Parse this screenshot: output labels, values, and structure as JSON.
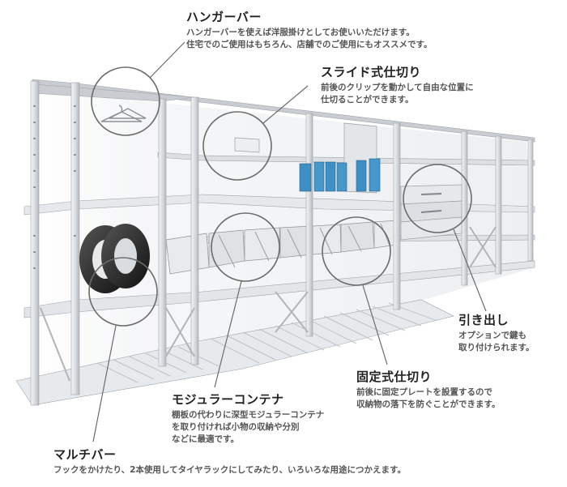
{
  "callouts": {
    "hanger": {
      "title": "ハンガーバー",
      "lines": [
        "ハンガーバーを使えば洋服掛けとしてお使いいただけます。",
        "住宅でのご使用はもちろん、店舗でのご使用にもオススメです。"
      ]
    },
    "slide": {
      "title": "スライド式仕切り",
      "lines": [
        "前後のクリップを動かして自由な位置に",
        "仕切ることができます。"
      ]
    },
    "drawer": {
      "title": "引き出し",
      "lines": [
        "オプションで鍵も",
        "取り付けられます。"
      ]
    },
    "fixed": {
      "title": "固定式仕切り",
      "lines": [
        "前後に固定プレートを設置するので",
        "収納物の落下を防ぐことができます。"
      ]
    },
    "modular": {
      "title": "モジュラーコンテナ",
      "lines": [
        "棚板の代わりに深型モジュラーコンテナ",
        "を取り付ければ小物の収納や分別",
        "などに最適です。"
      ]
    },
    "multi": {
      "title": "マルチバー",
      "lines": [
        "フックをかけたり、2本使用してタイヤラックにしてみたり、いろいろな用途につかえます。"
      ]
    }
  },
  "colors": {
    "frame": "#d4d8dc",
    "frameEdge": "#a9aeb3",
    "shelf": "#e8ebee",
    "bin": "#3d8fc4",
    "lens": "#6b6b6b",
    "text": "#222222",
    "subtext": "#555555"
  }
}
